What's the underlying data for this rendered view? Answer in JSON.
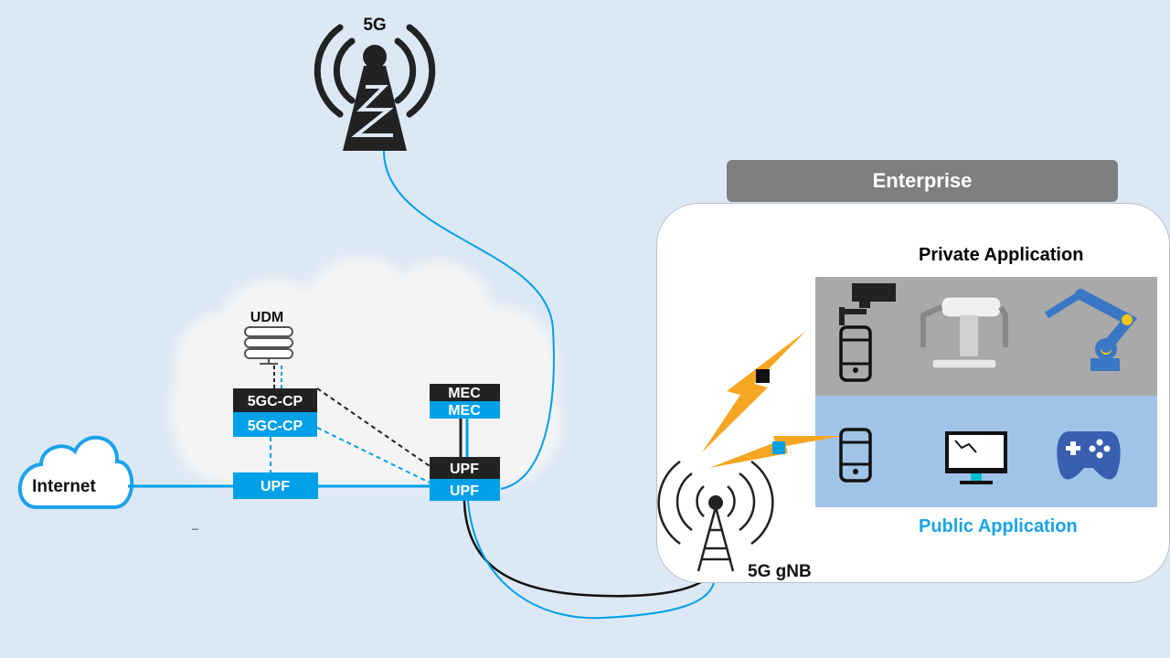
{
  "diagram": {
    "tower_top_label": "5G",
    "internet_label": "Internet",
    "udm_label": "UDM",
    "cp_black_label": "5GC-CP",
    "cp_blue_label": "5GC-CP",
    "upf_left_label": "UPF",
    "mec_black_label": "MEC",
    "mec_blue_label": "MEC",
    "upf_right_black_label": "UPF",
    "upf_right_blue_label": "UPF",
    "gnb_label": "5G gNB",
    "enterprise_label": "Enterprise",
    "private_app_label": "Private Application",
    "public_app_label": "Public Application",
    "small_mark": "_"
  },
  "colors": {
    "background": "#dce8f5",
    "accent_blue": "#00a0e9",
    "dark": "#222222",
    "lightning": "#f5a623",
    "private_zone": "#a9a9a9",
    "public_zone": "#a0c4e8",
    "enterprise_header": "#7f7f7f"
  },
  "icons": [
    "tower-5g-icon",
    "internet-cloud-icon",
    "server-icon",
    "gnb-tower-icon",
    "cctv-camera-icon",
    "smartphone-icon",
    "robot-icon",
    "robotic-arm-icon",
    "monitor-icon",
    "gamepad-icon",
    "lightning-icon"
  ]
}
